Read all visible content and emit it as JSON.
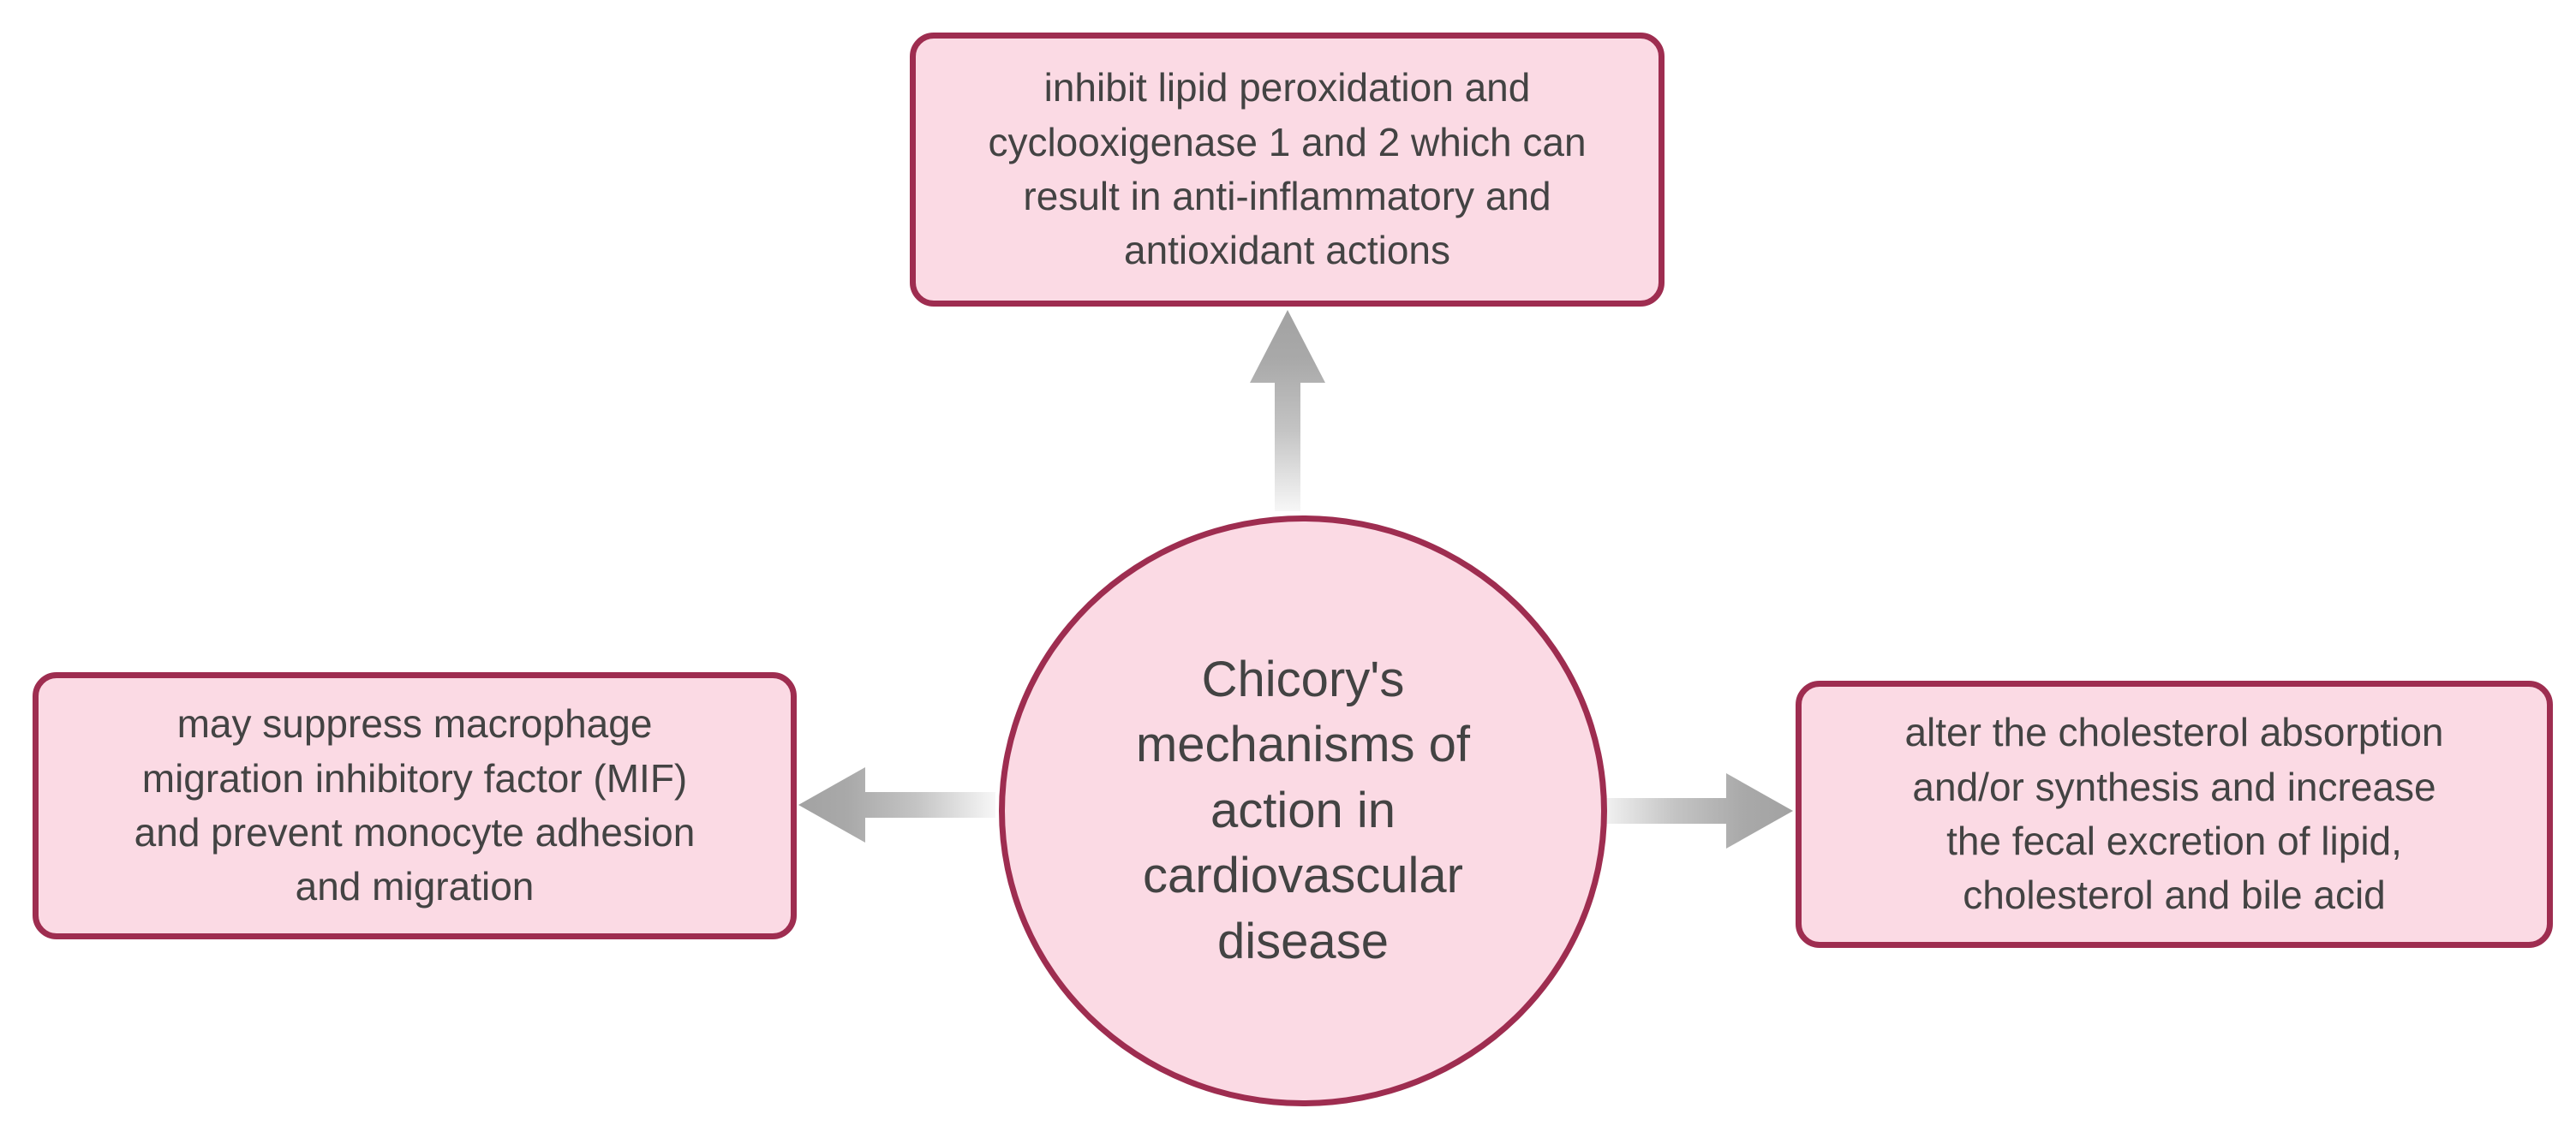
{
  "diagram": {
    "nodes": {
      "center": {
        "shape": "circle",
        "lines": [
          "Chicory's",
          "mechanisms of",
          "action in",
          "cardiovascular",
          "disease"
        ]
      },
      "top": {
        "shape": "rounded-box",
        "lines": [
          "inhibit lipid peroxidation and",
          "cyclooxigenase 1 and 2 which can",
          "result in anti-inflammatory and",
          "antioxidant actions"
        ]
      },
      "left": {
        "shape": "rounded-box",
        "lines": [
          "may suppress macrophage",
          "migration inhibitory factor (MIF)",
          "and prevent monocyte adhesion",
          "and migration"
        ]
      },
      "right": {
        "shape": "rounded-box",
        "lines": [
          "alter the cholesterol absorption",
          "and/or synthesis and increase",
          "the fecal excretion of lipid,",
          "cholesterol and bile acid"
        ]
      }
    },
    "connectors": [
      {
        "from": "center",
        "to": "top",
        "direction": "up"
      },
      {
        "from": "center",
        "to": "left",
        "direction": "left"
      },
      {
        "from": "center",
        "to": "right",
        "direction": "right"
      }
    ],
    "colors": {
      "background": "#FFFFFF",
      "node_fill": "#FBDAE4",
      "node_border": "#9E2D50",
      "text": "#434343",
      "arrow_head": "#A2A2A2",
      "arrow_tail": "#F7F7F7"
    }
  }
}
